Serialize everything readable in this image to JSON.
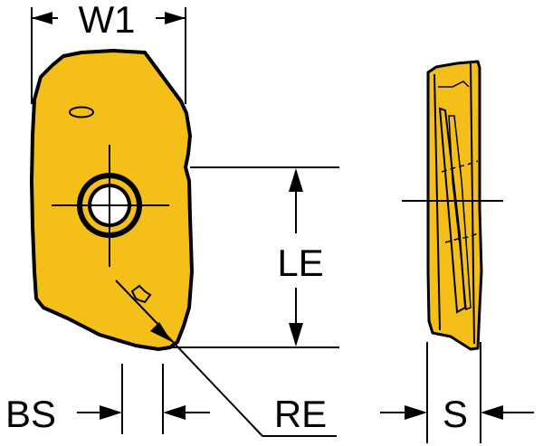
{
  "labels": {
    "w1": "W1",
    "le": "LE",
    "bs": "BS",
    "re": "RE",
    "s": "S"
  },
  "colors": {
    "insert_fill": "#f5bf1a",
    "outline": "#000000",
    "background": "#ffffff"
  }
}
